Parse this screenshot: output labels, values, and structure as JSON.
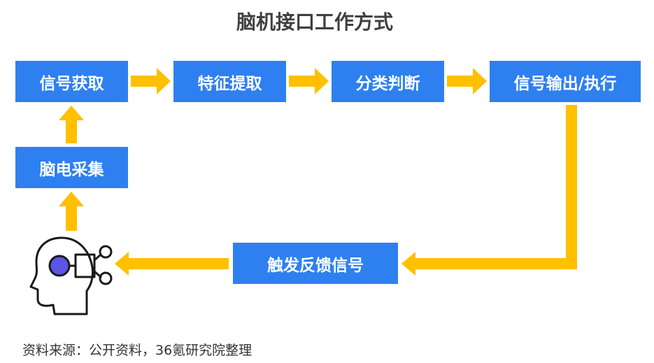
{
  "title": "脑机接口工作方式",
  "steps": {
    "signal_acquisition": "信号获取",
    "feature_extraction": "特征提取",
    "classification": "分类判断",
    "signal_output": "信号输出/执行",
    "eeg_collection": "脑电采集",
    "feedback": "触发反馈信号"
  },
  "source": "资料来源：公开资料，36氪研究院整理",
  "icons": {
    "head": "head-brain-circuit-icon"
  },
  "colors": {
    "box": "#2e80f0",
    "arrow": "#ffc000",
    "title": "#404040",
    "icon_dot": "#5a55e8"
  }
}
